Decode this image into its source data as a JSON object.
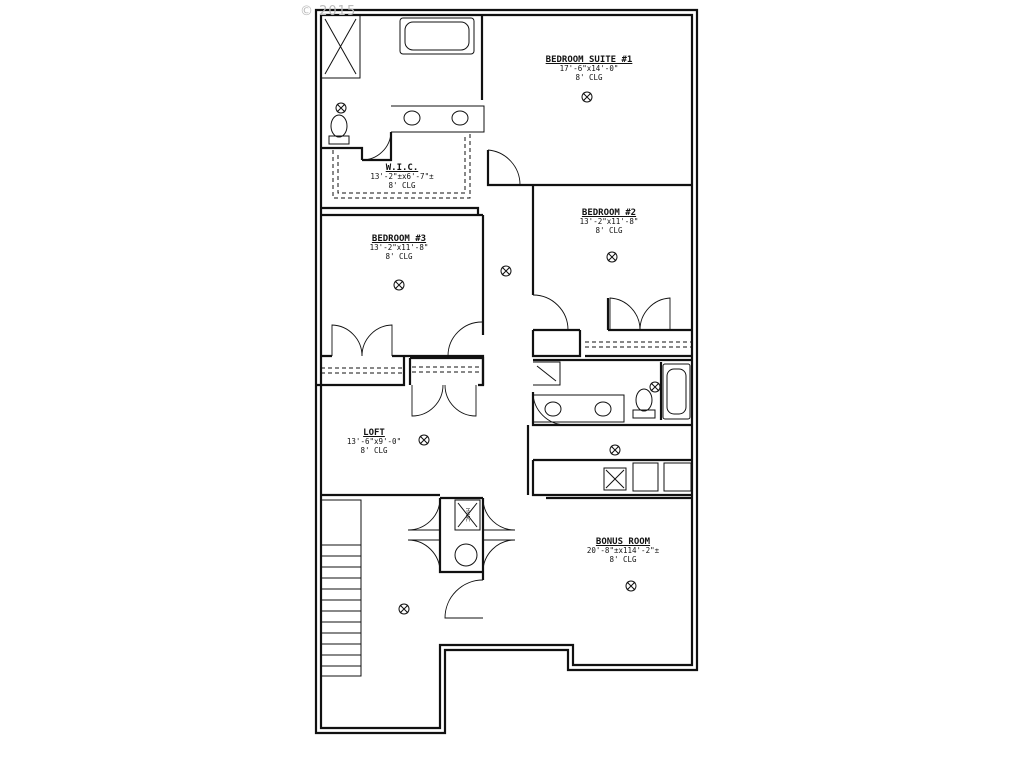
{
  "watermark": {
    "copyright_text": "© 2015"
  },
  "rooms": [
    {
      "id": "bedroom-suite-1",
      "name": "BEDROOM SUITE #1",
      "dimensions": "17'-6\"x14'-0\"",
      "ceiling": "8' CLG"
    },
    {
      "id": "wic",
      "name": "W.I.C.",
      "dimensions": "13'-2\"±x6'-7\"±",
      "ceiling": "8' CLG"
    },
    {
      "id": "bedroom-2",
      "name": "BEDROOM #2",
      "dimensions": "13'-2\"x11'-8\"",
      "ceiling": "8' CLG"
    },
    {
      "id": "bedroom-3",
      "name": "BEDROOM #3",
      "dimensions": "13'-2\"x11'-8\"",
      "ceiling": "8' CLG"
    },
    {
      "id": "loft",
      "name": "LOFT",
      "dimensions": "13'-6\"x9'-0\"",
      "ceiling": "8' CLG"
    },
    {
      "id": "bonus-room",
      "name": "BONUS ROOM",
      "dimensions": "20'-8\"±x114'-2\"±",
      "ceiling": "8' CLG"
    }
  ],
  "fixtures": {
    "hvac_label": "HVAC"
  },
  "colors": {
    "line": "#111111",
    "background": "#ffffff",
    "watermark": "#bbbbbb"
  }
}
